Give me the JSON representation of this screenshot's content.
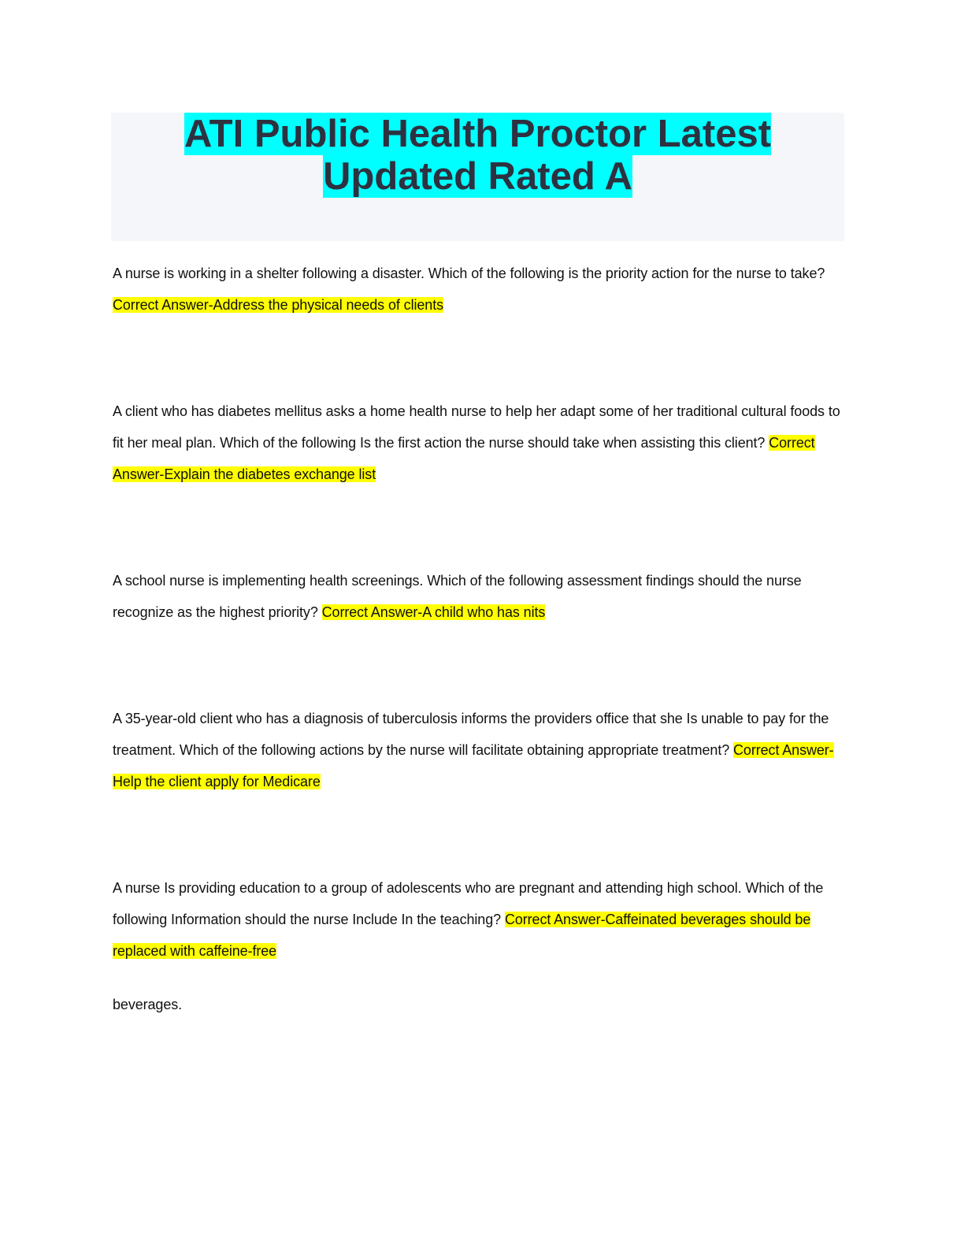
{
  "title": "ATI Public Health Proctor Latest Updated Rated A",
  "questions": [
    {
      "question": "A nurse is working in a shelter following a disaster. Which of the following is the priority action for the nurse to take?",
      "answer": "Correct Answer-Address the physical needs of clients"
    },
    {
      "question": "A client who has diabetes mellitus asks a home health nurse to help her adapt some of her traditional cultural foods to fit her meal plan. Which of the following Is the first action the nurse should take when assisting this client?",
      "answer": "Correct Answer-Explain the diabetes exchange list"
    },
    {
      "question": "A school nurse is implementing health screenings. Which of the following assessment findings should the nurse recognize as the highest priority?",
      "answer": "Correct Answer-A child who has nits"
    },
    {
      "question": "A 35-year-old client who has a diagnosis of tuberculosis informs the providers office that she Is unable to pay for the treatment. Which of the following actions by the nurse will facilitate obtaining appropriate treatment?",
      "answer": "Correct Answer-Help the client apply for Medicare"
    },
    {
      "question": "A nurse Is providing education to a group of adolescents who are pregnant and attending high school. Which of the following Information should the nurse Include In the teaching?",
      "answer": "Correct Answer-Caffeinated beverages should be replaced with caffeine-free"
    }
  ],
  "trailing_text": "beverages."
}
